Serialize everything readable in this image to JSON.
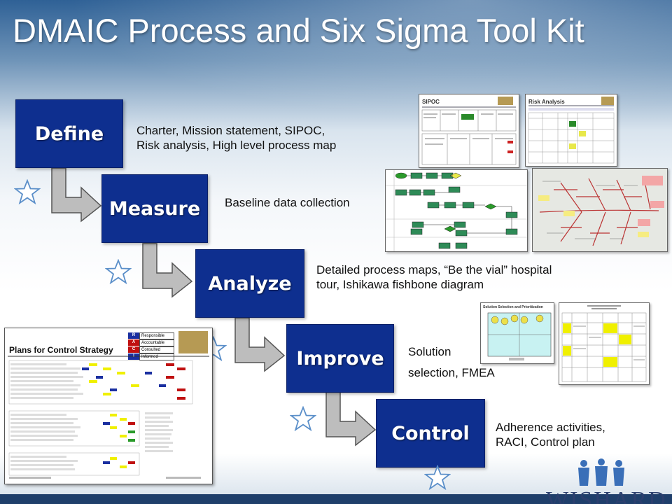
{
  "title": "DMAIC Process and Six Sigma Tool Kit",
  "phases": [
    {
      "label": "Define",
      "desc": [
        "Charter, Mission statement, SIPOC,",
        "Risk analysis, High level process map"
      ]
    },
    {
      "label": "Measure",
      "desc": [
        "Baseline data collection"
      ]
    },
    {
      "label": "Analyze",
      "desc": [
        "Detailed process maps, “Be the vial” hospital",
        "tour, Ishikawa fishbone diagram"
      ]
    },
    {
      "label": "Improve",
      "desc": [
        "Solution",
        "selection, FMEA"
      ]
    },
    {
      "label": "Control",
      "desc": [
        "Adherence activities,",
        "RACI, Control plan"
      ]
    }
  ],
  "thumbnails": {
    "sipoc": "SIPOC",
    "risk": "Risk Analysis",
    "solution": "Solution Selection and Prioritization",
    "plans_title": "Plans for Control Strategy",
    "legend": [
      {
        "letter": "R",
        "label": "Responsible",
        "color": "#1a2fa0"
      },
      {
        "letter": "A",
        "label": "Accountable",
        "color": "#c01010"
      },
      {
        "letter": "C",
        "label": "Consulted",
        "color": "#c01010"
      },
      {
        "letter": "I",
        "label": "Informed",
        "color": "#1a2fa0"
      }
    ]
  },
  "logo": {
    "text": "WISHARD"
  },
  "colors": {
    "box": "#0e2f8f",
    "arrow": "#b9b9b9",
    "star": "#5b8fc9"
  }
}
